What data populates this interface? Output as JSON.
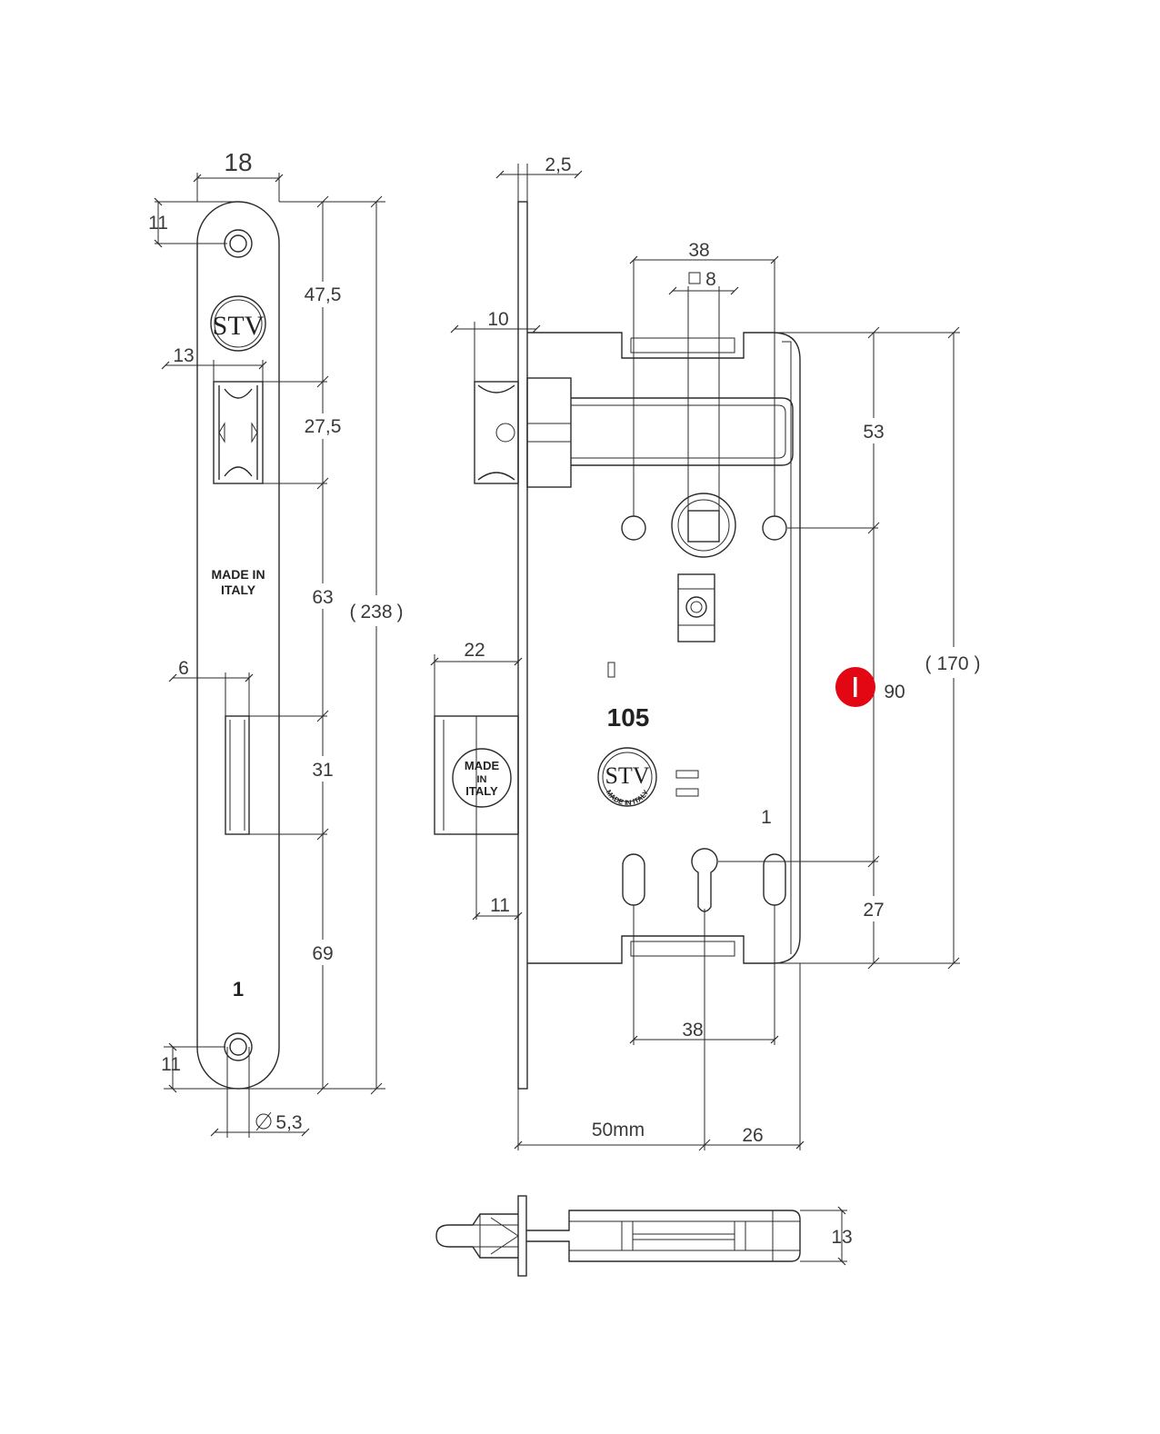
{
  "faceplate": {
    "width_dim": "18",
    "hole_top_dim": "11",
    "dim_47_5": "47,5",
    "latch_width_dim": "13",
    "dim_27_5": "27,5",
    "dim_63": "63",
    "dim_238": "238",
    "bolt_width_dim": "6",
    "dim_31": "31",
    "dim_69": "69",
    "hole_bottom_dim": "11",
    "hole_dia_dim": "5,3",
    "made_in": "MADE IN",
    "italy": "ITALY",
    "number": "1"
  },
  "body": {
    "plate_dim": "2,5",
    "top_dim_38": "38",
    "square_dim": "8",
    "latch_proj_dim": "10",
    "bolt_proj_dim": "22",
    "bolt_bottom_dim": "11",
    "dim_53": "53",
    "dim_90": "90",
    "dim_170": "170",
    "dim_27": "27",
    "bottom_dim_38": "38",
    "backset_dim": "50mm",
    "dim_26": "26",
    "model_number": "105",
    "bolt_made_in_1": "MADE",
    "bolt_made_in_2": "IN",
    "bolt_made_in_3": "ITALY",
    "seal_text": "MADE IN ITALY",
    "number": "1",
    "badge_color": "#e30613"
  },
  "bottom_view": {
    "thickness_dim": "13"
  },
  "logo": "STV"
}
